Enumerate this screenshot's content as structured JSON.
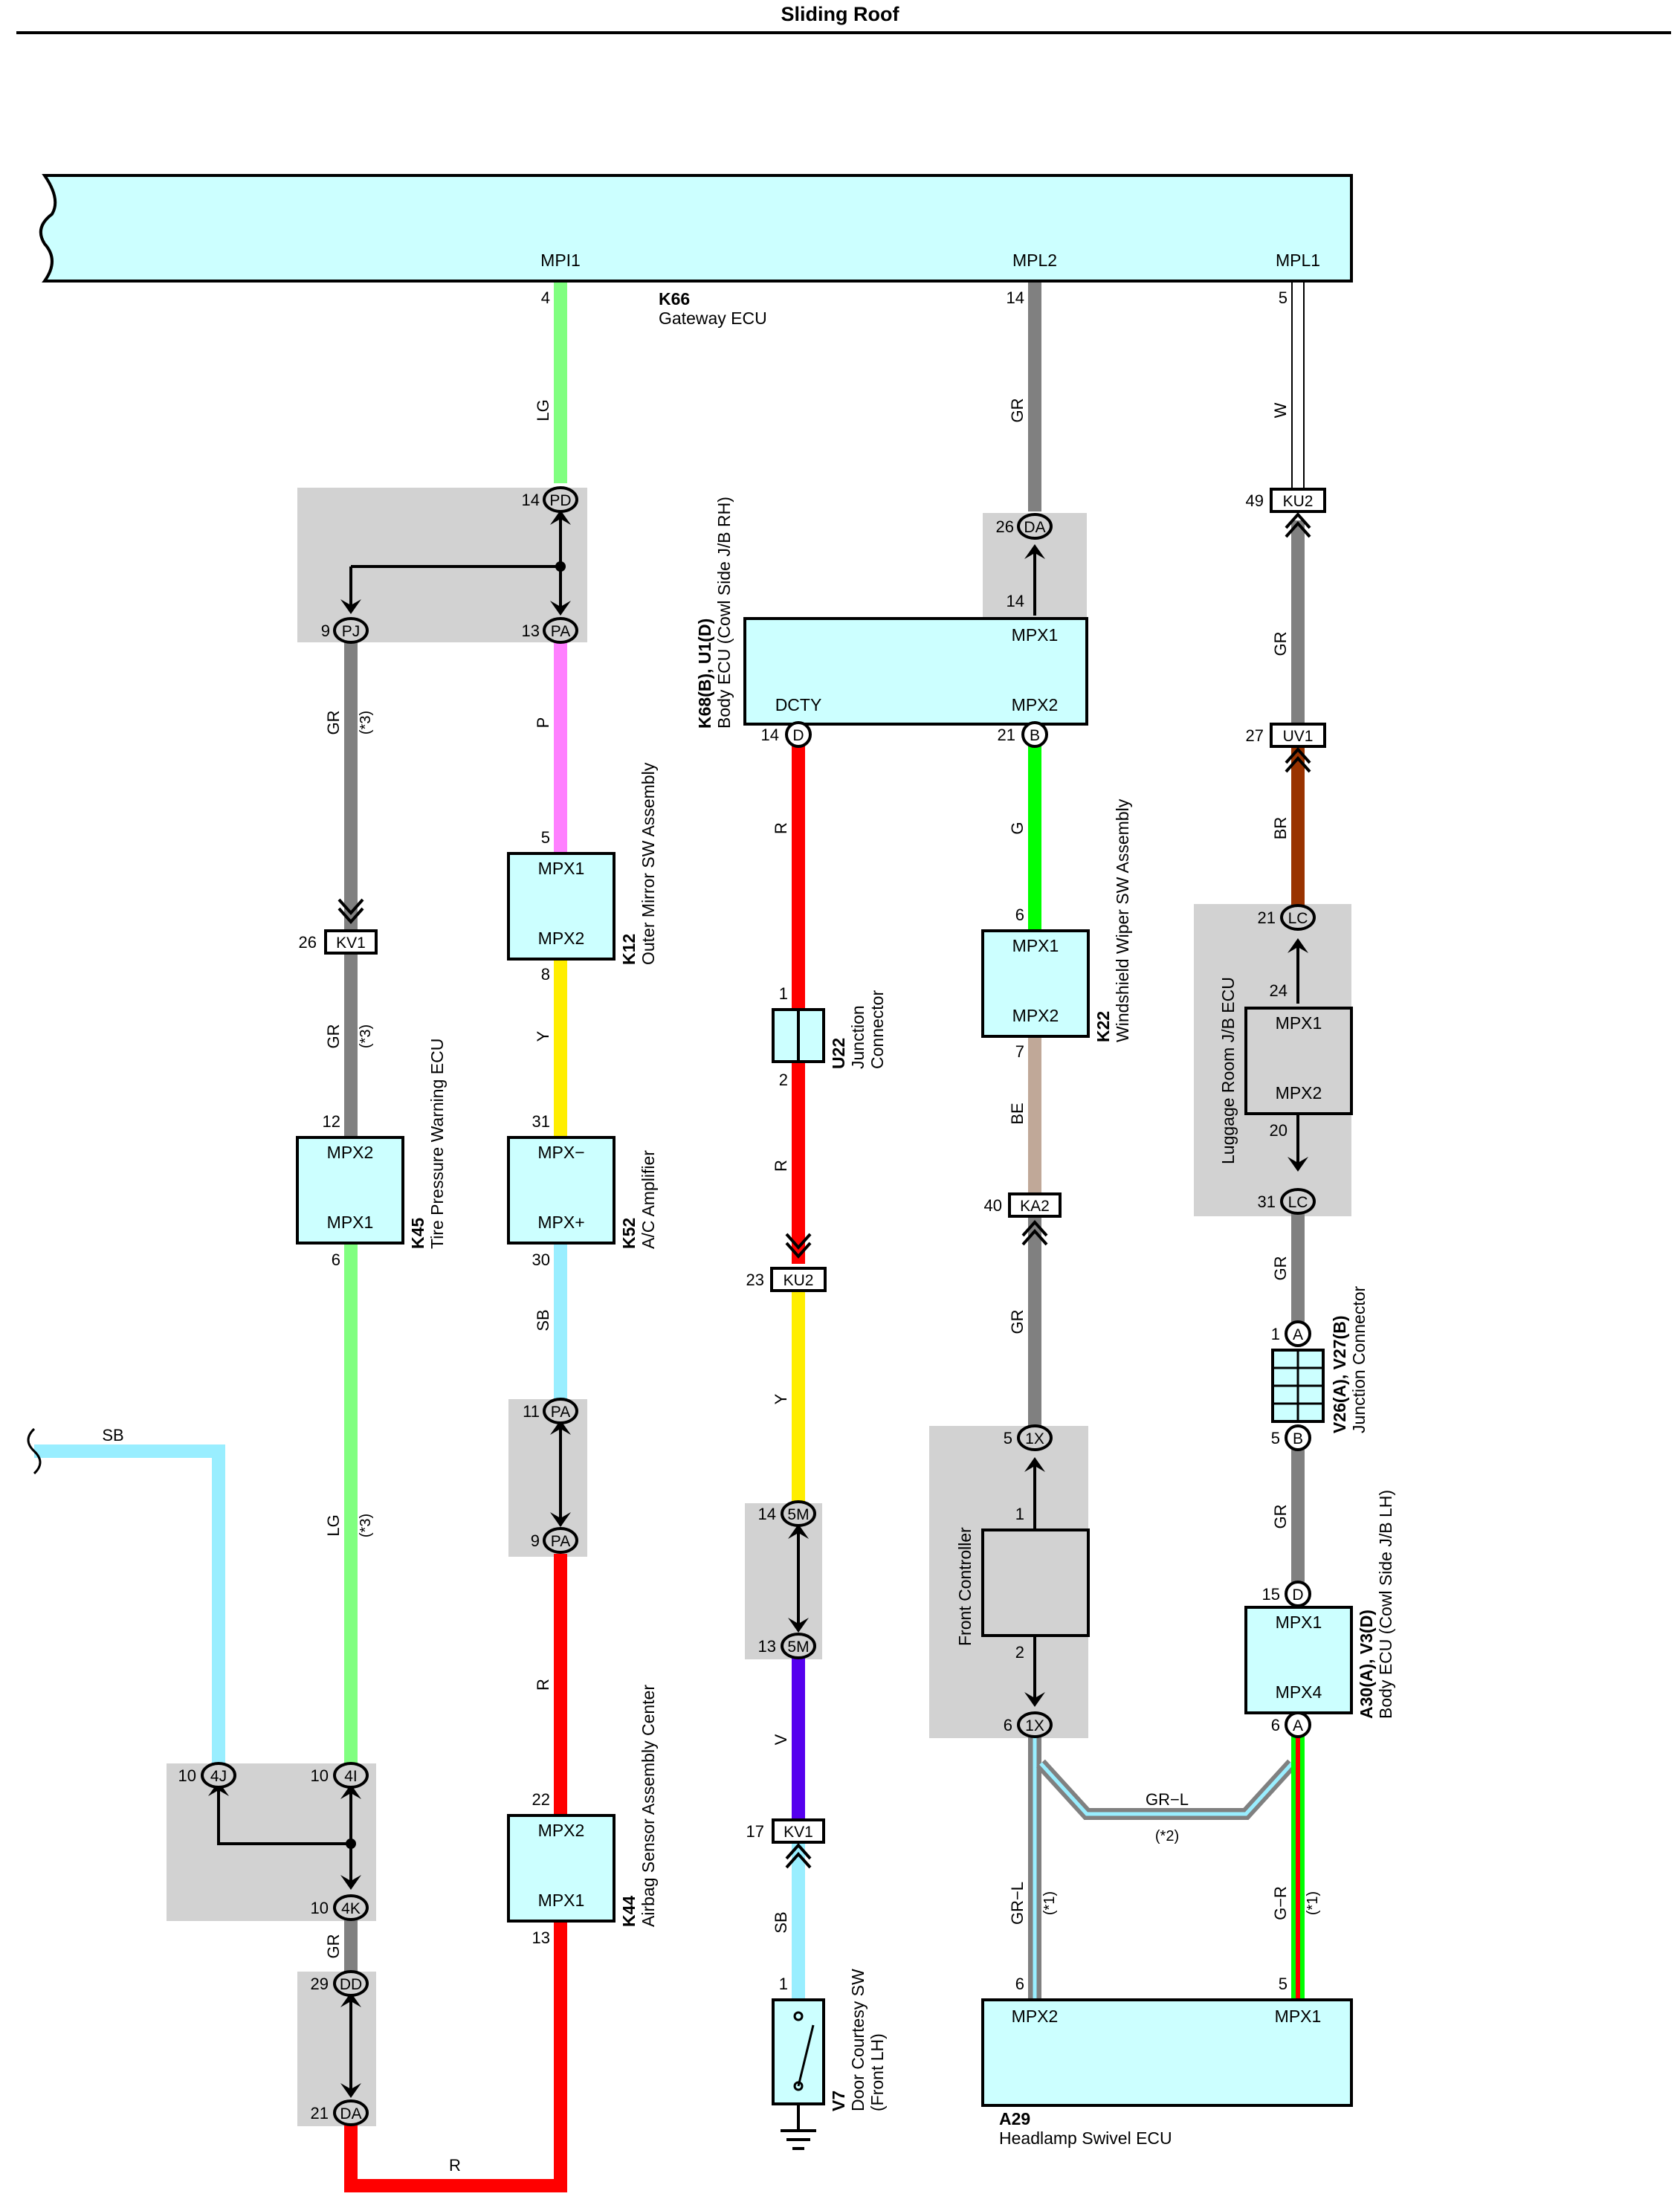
{
  "title": "Sliding Roof",
  "colors": {
    "component_fill": "#ccffff",
    "shaded_area": "#d2d2d2",
    "wire_LG": "#80ff80",
    "wire_GR": "#808080",
    "wire_W": "#ffffff",
    "wire_P": "#ff80ff",
    "wire_Y": "#ffee00",
    "wire_R": "#ff0000",
    "wire_SB": "#99eeff",
    "wire_G": "#00ff00",
    "wire_BE": "#c0a898",
    "wire_BR": "#993300",
    "wire_V": "#5500ee"
  },
  "components": {
    "k66": {
      "code": "K66",
      "name": "Gateway ECU",
      "pin_mpi1": "MPI1",
      "pin_mpl2": "MPL2",
      "pin_mpl1": "MPL1"
    },
    "k68": {
      "code": "K68(B), U1(D)",
      "name": "Body ECU (Cowl Side J/B RH)",
      "pin_mpx1": "MPX1",
      "pin_dcty": "DCTY",
      "pin_mpx2": "MPX2"
    },
    "k12": {
      "code": "K12",
      "name": "Outer Mirror SW Assembly",
      "pin_top": "MPX1",
      "pin_bottom": "MPX2"
    },
    "k52": {
      "code": "K52",
      "name": "A/C Amplifier",
      "pin_top": "MPX−",
      "pin_bottom": "MPX+"
    },
    "k45": {
      "code": "K45",
      "name": "Tire Pressure Warning ECU",
      "pin_top": "MPX2",
      "pin_bottom": "MPX1"
    },
    "k44": {
      "code": "K44",
      "name": "Airbag Sensor Assembly Center",
      "pin_top": "MPX2",
      "pin_bottom": "MPX1"
    },
    "u22": {
      "code": "U22",
      "name_line1": "Junction",
      "name_line2": "Connector"
    },
    "k22": {
      "code": "K22",
      "name": "Windshield Wiper SW Assembly",
      "pin_top": "MPX1",
      "pin_bottom": "MPX2"
    },
    "luggage": {
      "name": "Luggage Room J/B ECU",
      "pin_top": "MPX1",
      "pin_bottom": "MPX2"
    },
    "v26": {
      "code": "V26(A), V27(B)",
      "name": "Junction Connector"
    },
    "a30": {
      "code": "A30(A), V3(D)",
      "name": "Body ECU (Cowl Side J/B LH)",
      "pin_top": "MPX1",
      "pin_bottom": "MPX4"
    },
    "front_controller": {
      "name": "Front Controller"
    },
    "a29": {
      "code": "A29",
      "name": "Headlamp Swivel ECU",
      "pin_left": "MPX2",
      "pin_right": "MPX1"
    },
    "v7": {
      "code": "V7",
      "name_line1": "Door Courtesy SW",
      "name_line2": "(Front LH)"
    }
  },
  "connectors": {
    "pd": "PD",
    "pa": "PA",
    "pj": "PJ",
    "da": "DA",
    "d": "D",
    "b": "B",
    "ku2": "KU2",
    "uv1": "UV1",
    "lc": "LC",
    "kv1": "KV1",
    "ka2": "KA2",
    "x1": "1X",
    "a": "A",
    "m5": "5M",
    "j4": "4J",
    "i4": "4I",
    "k4": "4K",
    "dd": "DD"
  },
  "pins": {
    "k66_lg": "4",
    "k66_gr": "14",
    "k66_w": "5",
    "pd_top": "14",
    "pa_13": "13",
    "pj_9": "9",
    "da_top": "26",
    "k68_mpx1": "14",
    "k68_dcty": "14",
    "k68_mpx2": "21",
    "ku2_top": "49",
    "uv1": "27",
    "lc_top": "21",
    "lum_24": "24",
    "lum_20": "20",
    "lc_bot": "31",
    "k12_5": "5",
    "k12_8": "8",
    "k52_31": "31",
    "k52_30": "30",
    "kv1_left": "26",
    "k45_12": "12",
    "k45_6": "6",
    "u22_1": "1",
    "u22_2": "2",
    "ku2_mid": "23",
    "m5_top": "14",
    "m5_bot": "13",
    "kv1_mid": "17",
    "v7_1": "1",
    "k22_6": "6",
    "k22_7": "7",
    "ka2": "40",
    "x1_top": "5",
    "fc_1": "1",
    "fc_2": "2",
    "x1_bot": "6",
    "v26_a": "1",
    "v26_b": "5",
    "a30_d": "15",
    "a30_a": "6",
    "pa_11": "11",
    "pa_9": "9",
    "k44_22": "22",
    "k44_13": "13",
    "j4": "10",
    "i4": "10",
    "k4": "10",
    "dd": "29",
    "da_bot": "21",
    "a29_6": "6",
    "a29_5": "5"
  },
  "wire_labels": {
    "lg_top": "LG",
    "gr_mpl2": "GR",
    "w_mpl1": "W",
    "gr_pj": "GR",
    "p": "P",
    "gr_kv1": "GR",
    "y_k12": "Y",
    "sb_k52": "SB",
    "lg_long": "LG",
    "r_k44": "R",
    "gr_4k": "GR",
    "r_bottom": "R",
    "r_dcty": "R",
    "r_u22": "R",
    "y_ku2": "Y",
    "v": "V",
    "sb_v7": "SB",
    "g": "G",
    "be": "BE",
    "gr_ka2": "GR",
    "gr_ku2": "GR",
    "br": "BR",
    "gr_lc": "GR",
    "gr_v26": "GR",
    "grl_mid": "GR−L",
    "grl_left": "GR−L",
    "gr_right": "G−R",
    "sb_left": "SB"
  },
  "notes": {
    "n3": "(*3)",
    "n2": "(*2)",
    "n1": "(*1)"
  }
}
